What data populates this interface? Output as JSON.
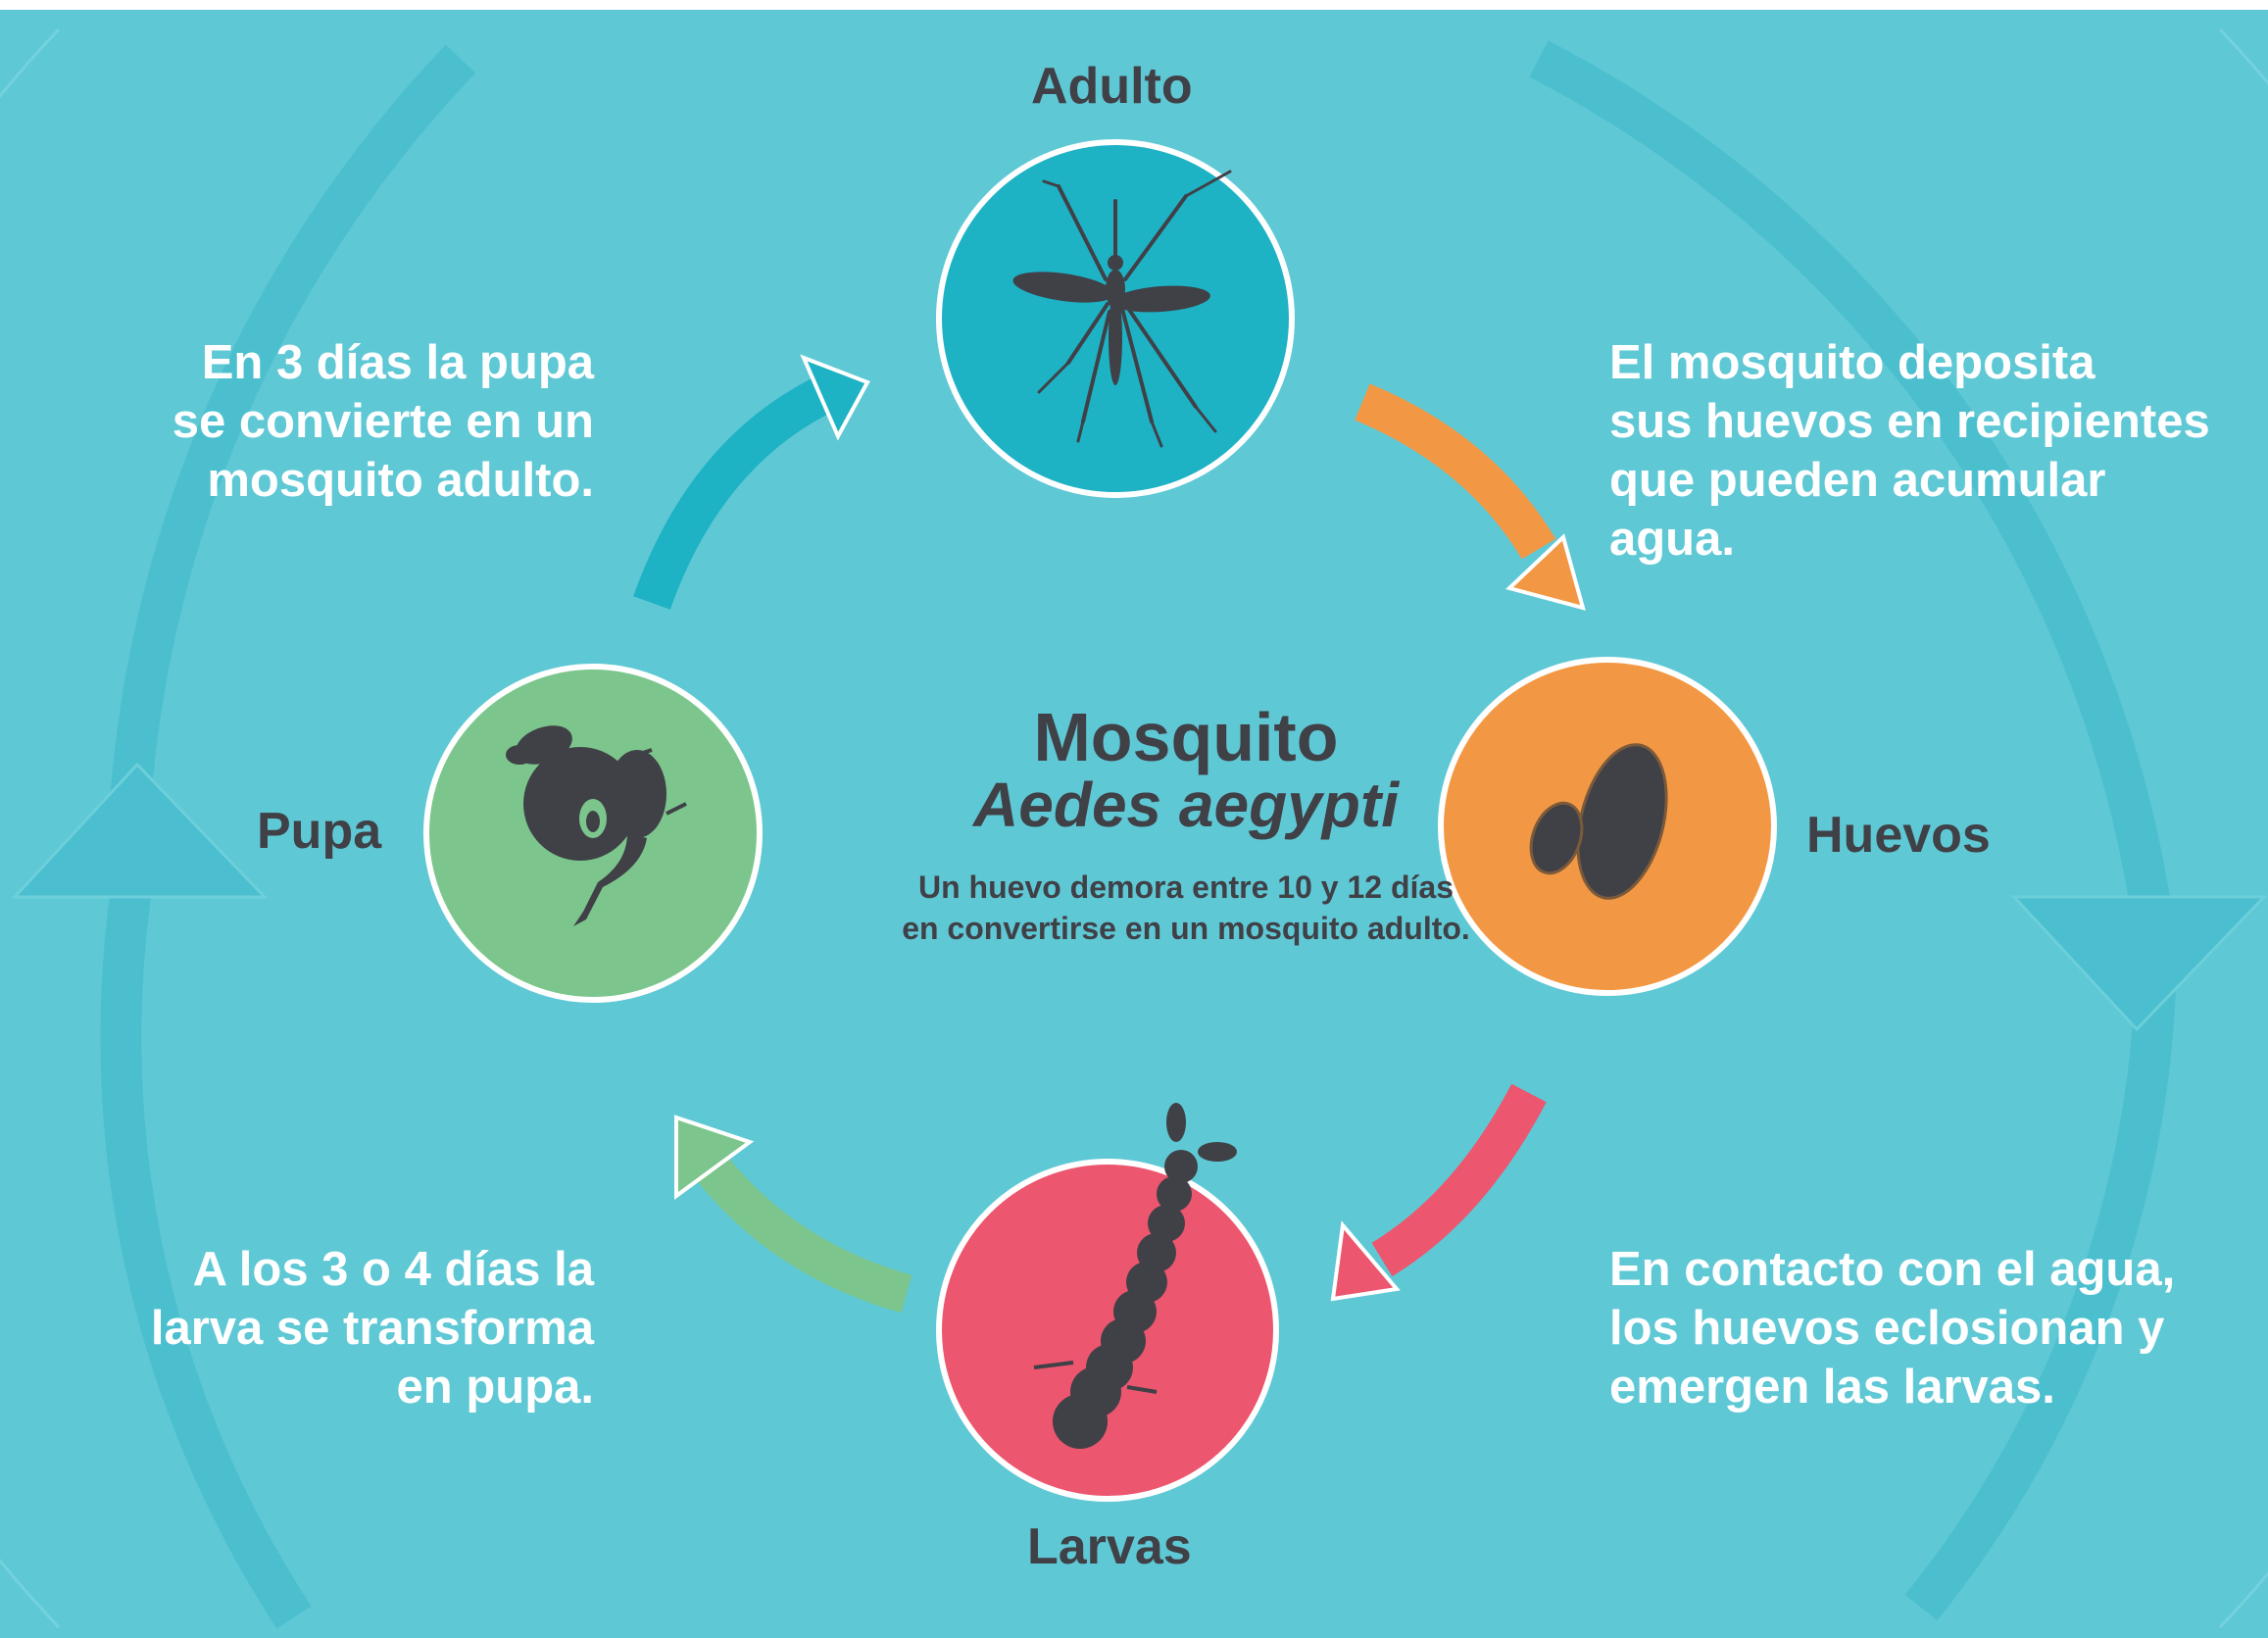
{
  "center": {
    "title": "Mosquito",
    "subtitle": "Aedes aegypti",
    "note_lines": [
      "Un huevo demora entre 10 y 12 días",
      "en convertirse en un mosquito adulto."
    ]
  },
  "stages": {
    "adult": "Adulto",
    "eggs": "Huevos",
    "larvae": "Larvas",
    "pupa": "Pupa"
  },
  "descriptions": {
    "adult_to_eggs": [
      "El mosquito deposita",
      "sus huevos en recipientes",
      "que pueden acumular",
      "agua."
    ],
    "eggs_to_larvae": [
      "En contacto con el agua,",
      "los huevos eclosionan y",
      "emergen las larvas."
    ],
    "larvae_to_pupa": [
      "A los 3 o 4 días la",
      "larva se transforma",
      "en pupa."
    ],
    "pupa_to_adult": [
      "En 3 días la pupa",
      "se convierte en un",
      "mosquito adulto."
    ]
  },
  "colors": {
    "background": "#5fc8d5",
    "outer_ring": "#4bbfcf",
    "adult": "#1eb2c5",
    "eggs": "#f29845",
    "larvae": "#ec566e",
    "pupa": "#7cc68d",
    "silhouette": "#404047",
    "text_dark": "#404047",
    "text_light": "#ffffff"
  },
  "icons": {
    "adult": "mosquito-icon",
    "eggs": "eggs-icon",
    "larvae": "larva-icon",
    "pupa": "pupa-icon"
  }
}
